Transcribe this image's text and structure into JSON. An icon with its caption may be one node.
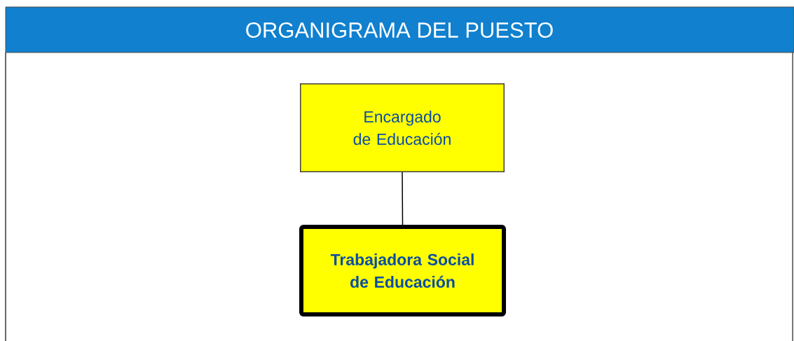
{
  "diagram": {
    "title": "ORGANIGRAMA DEL PUESTO",
    "nodes": [
      {
        "text": [
          "Encargado de Educación"
        ]
      },
      {
        "text": [
          "Trabajadora Social de Educación"
        ]
      }
    ],
    "edges": [
      {
        "from": 0,
        "to": 1,
        "arrow": "none"
      }
    ]
  }
}
